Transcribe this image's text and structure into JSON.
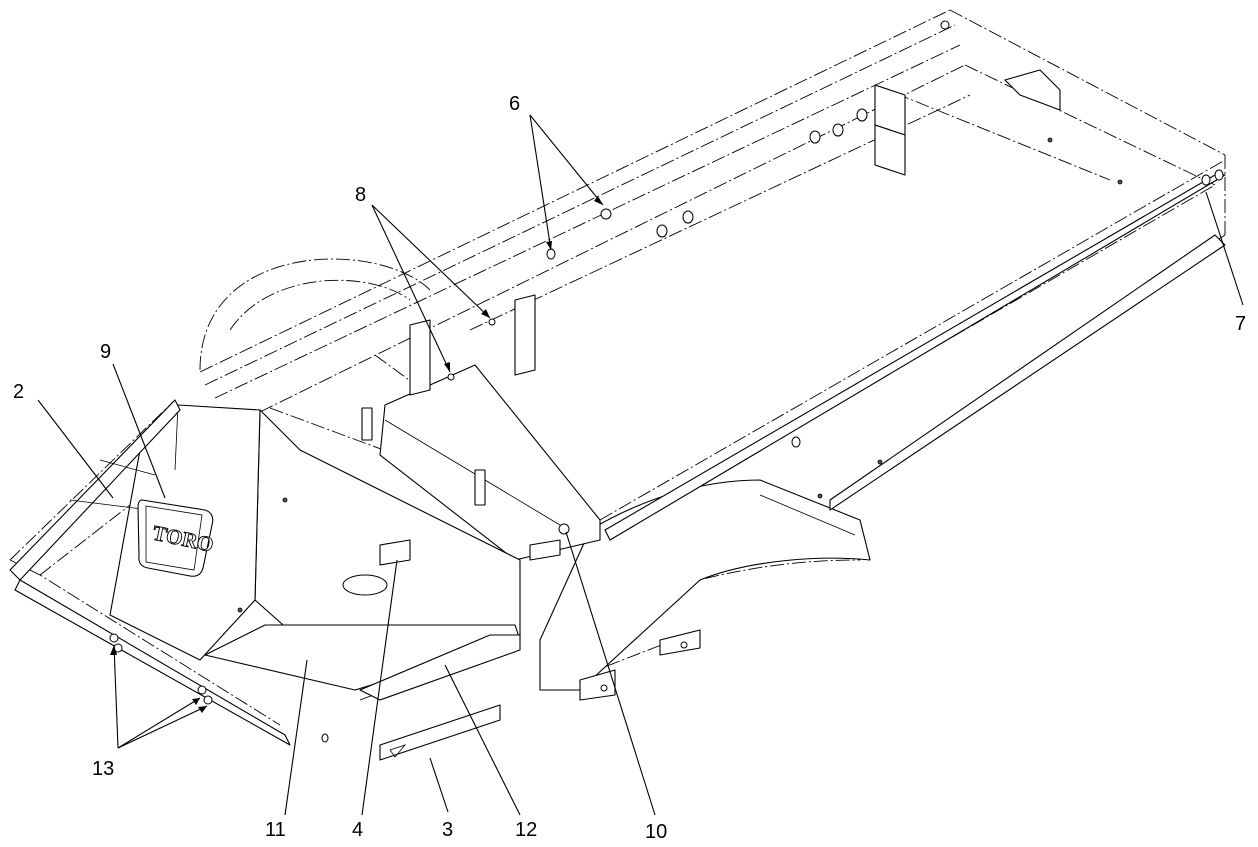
{
  "logo": {
    "text": "TORO"
  },
  "callouts": [
    {
      "id": "c2",
      "label": "2"
    },
    {
      "id": "c3",
      "label": "3"
    },
    {
      "id": "c4",
      "label": "4"
    },
    {
      "id": "c6",
      "label": "6"
    },
    {
      "id": "c7",
      "label": "7"
    },
    {
      "id": "c8",
      "label": "8"
    },
    {
      "id": "c9",
      "label": "9"
    },
    {
      "id": "c10",
      "label": "10"
    },
    {
      "id": "c11",
      "label": "11"
    },
    {
      "id": "c12",
      "label": "12"
    },
    {
      "id": "c13",
      "label": "13"
    }
  ]
}
